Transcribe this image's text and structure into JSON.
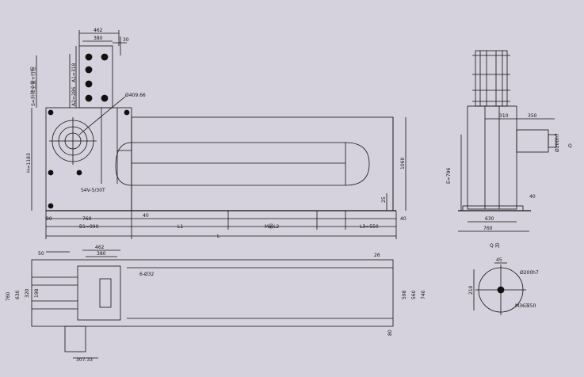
{
  "top_view_dims": {
    "w462": "462",
    "w380": "380",
    "w30": "30",
    "a1": "A1=318",
    "a2": "A2=286",
    "s_total": "S=升降全量+行程",
    "d409": "Ø409.66",
    "h1183": "H=1183",
    "h1060": "1060",
    "h25": "25",
    "w90": "90",
    "w760": "760",
    "w40a": "40",
    "b1": "B1=990",
    "l1": "L1",
    "m_l2": "M最L2",
    "l3": "L3=550",
    "l": "L",
    "w40b": "40",
    "model_label": "S4V-5/30T"
  },
  "side_view_dims": {
    "w310": "310",
    "w350": "350",
    "phi200": "Ø200h7",
    "q_mark": "Q",
    "e796": "E=796",
    "w40": "40",
    "w630": "630",
    "w760": "760"
  },
  "plan_view_dims": {
    "w50": "50",
    "w462": "462",
    "w380": "380",
    "holes": "6-Ø32",
    "w26": "26",
    "h760": "760",
    "h630": "630",
    "h320": "320",
    "h198": "198",
    "h598": "598",
    "h560": "560",
    "h740": "740",
    "w80": "80",
    "w307": "307.33"
  },
  "detail_q": {
    "title": "Q 向",
    "w45": "45",
    "phi200": "Ø200h7",
    "h210": "210",
    "m36": "M36深50"
  }
}
